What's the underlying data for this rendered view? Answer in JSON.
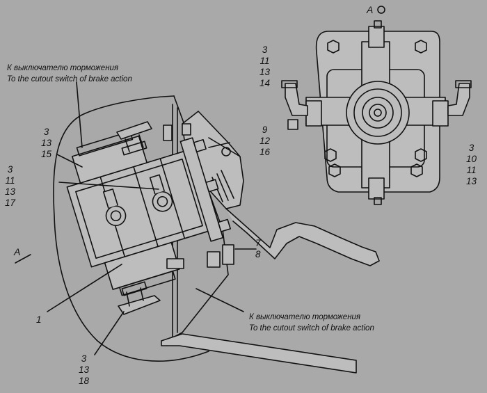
{
  "captions": {
    "top_ru": "К выключателю торможения",
    "top_en": "To the cutout switch of brake action",
    "bottom_ru": "К выключателю торможения",
    "bottom_en": "To the cutout switch of brake action"
  },
  "view_label": "А",
  "section_label": "А",
  "callouts": {
    "c_3_13_15": [
      "3",
      "13",
      "15"
    ],
    "c_3_11_13_17": [
      "3",
      "11",
      "13",
      "17"
    ],
    "c_1": [
      "1"
    ],
    "c_3_13_18": [
      "3",
      "13",
      "18"
    ],
    "c_7_8": [
      "7",
      "8"
    ],
    "c_3_11_13_14": [
      "3",
      "11",
      "13",
      "14"
    ],
    "c_9_12_16": [
      "9",
      "12",
      "16"
    ],
    "c_3_10_11_13": [
      "3",
      "10",
      "11",
      "13"
    ]
  },
  "colors": {
    "background": "#a9a9a9",
    "line": "#111111",
    "part_fill": "#bdbdbd"
  }
}
